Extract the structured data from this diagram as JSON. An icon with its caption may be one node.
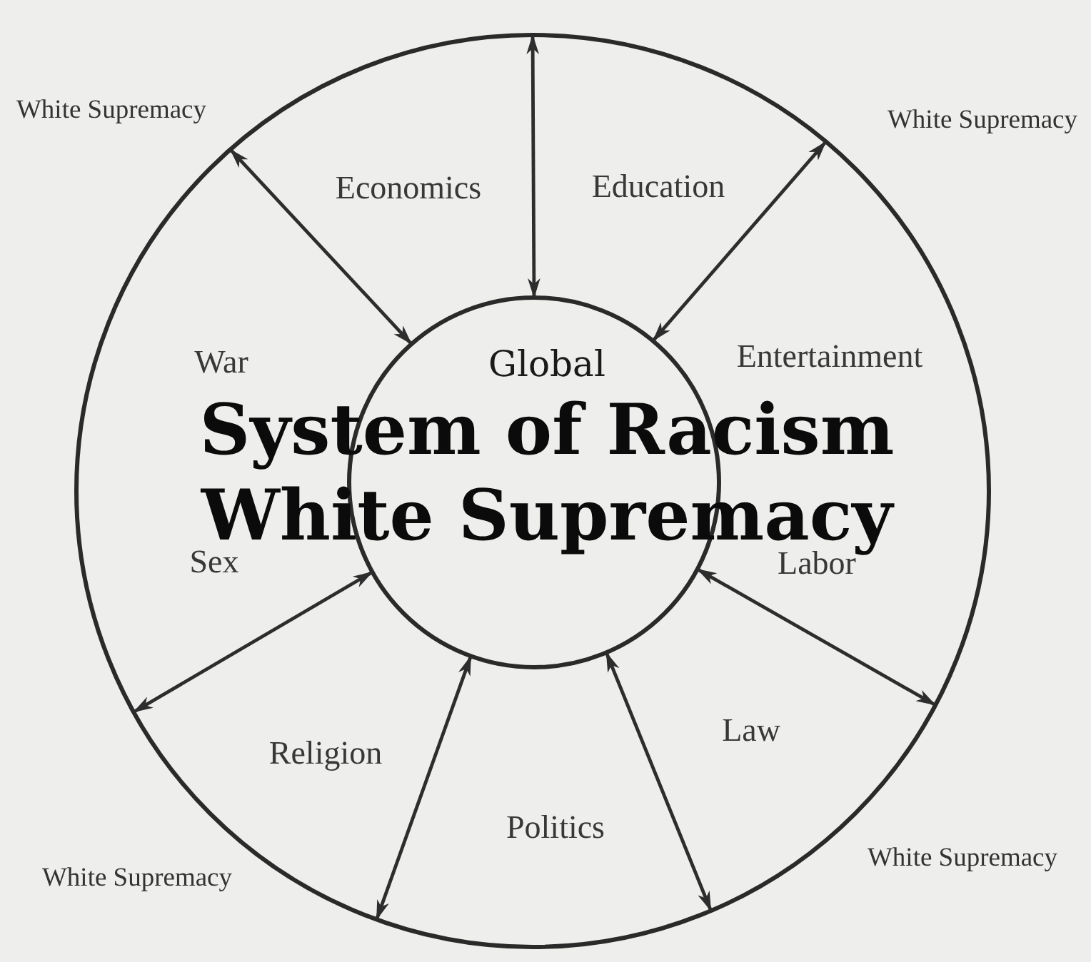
{
  "diagram": {
    "nodes": [
      {
        "text": [],
        "shape": "circle"
      },
      {
        "text": [
          "Global",
          "System of Racism White Supremacy"
        ],
        "in": 0
      }
    ],
    "edges": [
      {
        "from": 1,
        "to": 0,
        "arrow": "both"
      },
      {
        "from": 1,
        "to": 0,
        "arrow": "both"
      },
      {
        "from": 1,
        "to": 0,
        "arrow": "both"
      },
      {
        "from": 1,
        "to": 0,
        "arrow": "both"
      },
      {
        "from": 1,
        "to": 0,
        "arrow": "both"
      },
      {
        "from": 1,
        "to": 0,
        "arrow": "both"
      },
      {
        "from": 1,
        "to": 0,
        "arrow": "both"
      }
    ],
    "labels": [
      "White Supremacy",
      "White Supremacy",
      "Economics",
      "Education",
      "War",
      "Entertainment",
      "Sex",
      "Labor",
      "Religion",
      "Law",
      "Politics",
      "White Supremacy",
      "White Supremacy"
    ]
  }
}
